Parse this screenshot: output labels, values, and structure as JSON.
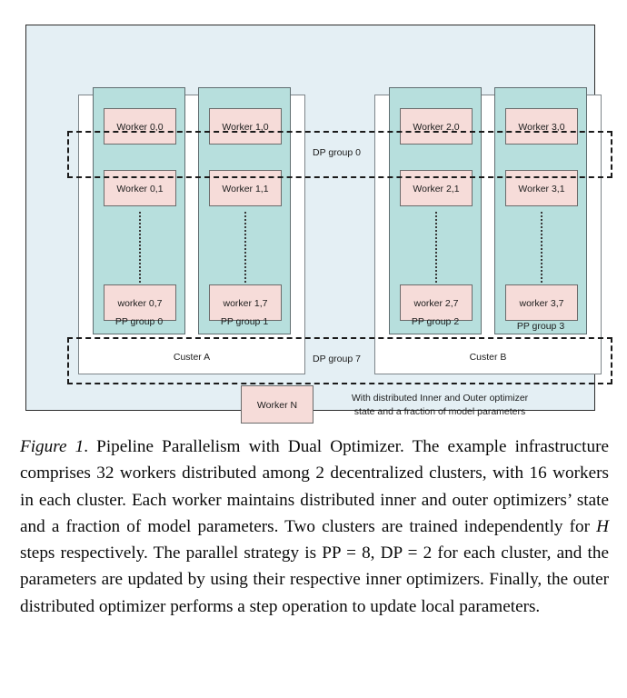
{
  "figure": {
    "colors": {
      "panel_background": "#e4eff4",
      "cluster_background": "#ffffff",
      "pp_group_fill": "#b7dfdd",
      "worker_fill": "#f6dcd9",
      "dashed_stroke": "#1a1a1a",
      "text": "#1c1c1c"
    },
    "clusters": [
      {
        "label": "Custer A",
        "pp_groups": [
          {
            "label": "PP group 0",
            "workers": [
              {
                "label": "Worker 0,0"
              },
              {
                "label": "Worker 0,1"
              },
              {
                "label": "worker 0,7"
              }
            ]
          },
          {
            "label": "PP group 1",
            "workers": [
              {
                "label": "Worker 1,0"
              },
              {
                "label": "Worker 1,1"
              },
              {
                "label": "worker 1,7"
              }
            ]
          }
        ]
      },
      {
        "label": "Custer B",
        "pp_groups": [
          {
            "label": "PP group 2",
            "workers": [
              {
                "label": "Worker 2,0"
              },
              {
                "label": "Worker 2,1"
              },
              {
                "label": "worker 2,7"
              }
            ]
          },
          {
            "label": "PP group 3",
            "workers": [
              {
                "label": "Worker 3,0"
              },
              {
                "label": "Worker 3,1"
              },
              {
                "label": "worker 3,7"
              }
            ]
          }
        ]
      }
    ],
    "dp_groups": [
      {
        "label": "DP group 0"
      },
      {
        "label": "DP group 7"
      }
    ],
    "legend": {
      "swatch_label": "Worker N",
      "description_line1": "With distributed Inner and Outer optimizer",
      "description_line2": "state and a fraction of model parameters"
    }
  },
  "caption": {
    "figure_number": "Figure 1",
    "text_part1": ". Pipeline Parallelism with Dual Optimizer. The example infrastructure comprises 32 workers distributed among 2 decentralized clusters, with 16 workers in each cluster. Each worker maintains distributed inner and outer optimizers’ state and a fraction of model parameters. Two clusters are trained independently for ",
    "math_var": "H",
    "text_part2": " steps respectively. The parallel strategy is PP = 8, DP = 2 for each cluster, and the parameters are updated by using their respective inner optimizers. Finally, the outer distributed optimizer performs a step operation to update local parameters."
  }
}
